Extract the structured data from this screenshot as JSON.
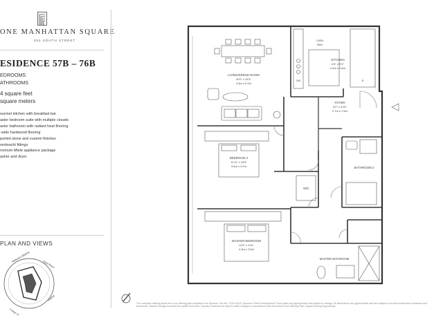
{
  "brand": {
    "name": "ONE MANHATTAN SQUARE",
    "address": "252 SOUTH STREET"
  },
  "residence": {
    "title": "ESIDENCE 57B – 76B",
    "bedrooms": "EDROOMS",
    "bathrooms": "ATHROOMS",
    "square_feet": "4 square feet",
    "square_meters": "square meters"
  },
  "features": [
    "ourmet kitchen with breakfast bar",
    "aster bedroom suite with multiple closets",
    "aster bathroom with radiant heat flooring",
    "-wide hardwood flooring",
    "ported stone and custom finishes",
    "ombracht fittings",
    "remium Miele appliance package",
    "asher and dryer"
  ],
  "plan_and_views": "PLAN AND VIEWS",
  "compass": {
    "labels": [
      "Midtown Skyline",
      "East River",
      "Harbor",
      "Lower Manhattan"
    ]
  },
  "rooms": {
    "living": {
      "name": "LIVING/DINING ROOM",
      "imperial": "30'0\" x 15'3\"",
      "metric": "4.6m x 9.1m"
    },
    "kitchen": {
      "name": "KITCHEN",
      "imperial": "8'4\" x 9'3\"",
      "metric": "2.5m x 2.8m"
    },
    "foyer": {
      "name": "FOYER",
      "imperial": "9'0\" x 4'10\"",
      "metric": "2.7m x 1.5m"
    },
    "bedroom2": {
      "name": "BEDROOM 2",
      "imperial": "11'11\" x 10'5\"",
      "metric": "3.6m x 3.2m"
    },
    "bathroom2": {
      "name": "BATHROOM 2"
    },
    "master_bedroom": {
      "name": "MASTER BEDROOM",
      "imperial": "14'0\" x 11'6\"",
      "metric": "4.3m x 3.5m"
    },
    "master_bathroom": {
      "name": "MASTER BATHROOM"
    },
    "wd": {
      "name": "W/D"
    },
    "appliances": {
      "oven": "OVEN",
      "wine": "Wine",
      "dw": "DW",
      "r": "R"
    }
  },
  "disclaimer": "The complete offering terms are in an offering plan available from Sponsor. File No. CD15-0103. Sponsor: Extell Development. Floor plans are approximate and subject to change. All dimensions are approximate and are subject to normal construction variances and tolerances. Square footage exceeds the usable floor area. Sponsor reserves the right to make changes in accordance with the terms of the Offering Plan. Equal Housing Opportunity."
}
